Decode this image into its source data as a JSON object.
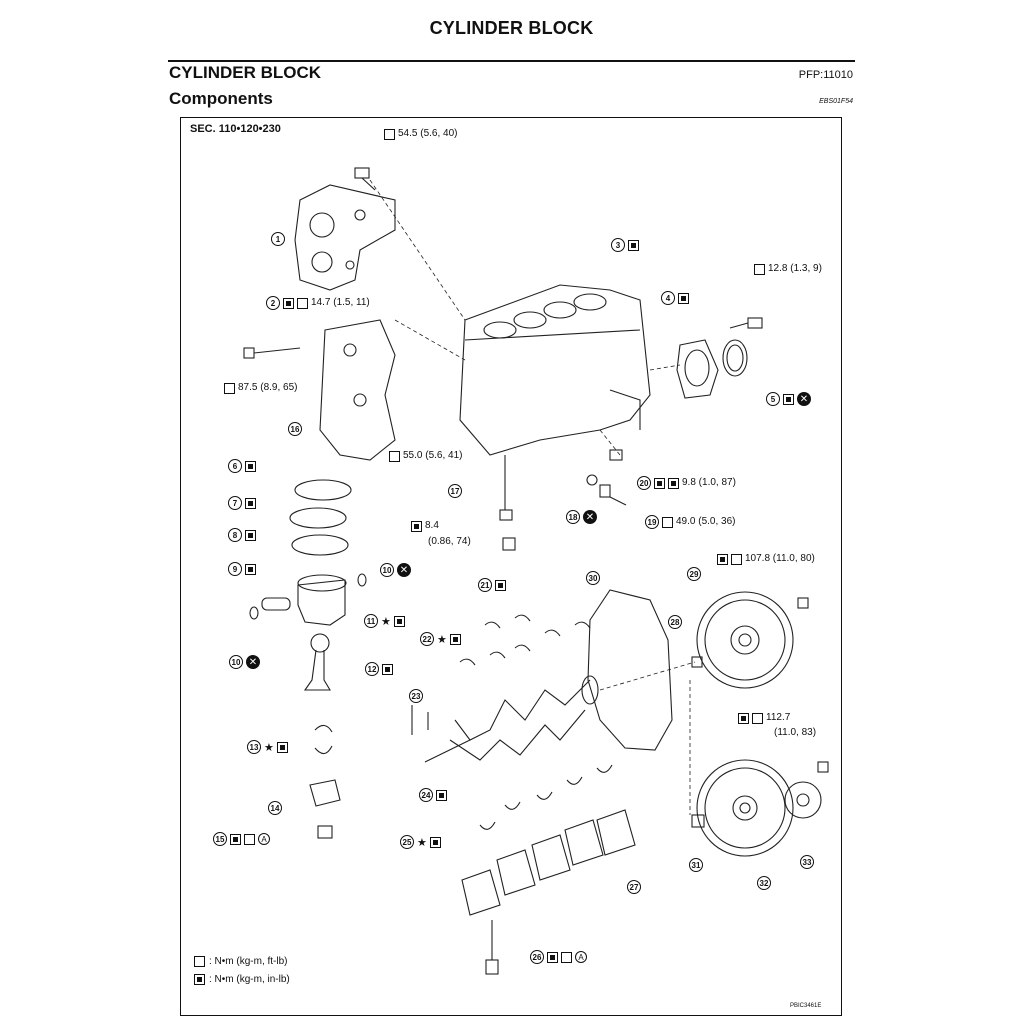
{
  "header": {
    "top_title": "CYLINDER BLOCK",
    "section_title": "CYLINDER BLOCK",
    "subsection_title": "Components",
    "pfp": "PFP:11010",
    "ref_code": "EBS01F54"
  },
  "figure": {
    "sec_label": "SEC. 110•120•230",
    "fig_code": "PBIC3461E"
  },
  "torque_labels": {
    "t_top": "54.5 (5.6, 40)",
    "t_2": "14.7 (1.5, 11)",
    "t_right_bolt": "12.8 (1.3, 9)",
    "t_bracket": "87.5 (8.9, 65)",
    "t_55": "55.0 (5.6, 41)",
    "t_20": "9.8 (1.0, 87)",
    "t_19": "49.0 (5.0, 36)",
    "t_84_a": "8.4",
    "t_84_b": "(0.86, 74)",
    "t_flywheel": "107.8 (11.0, 80)",
    "t_1127_a": "112.7",
    "t_1127_b": "(11.0, 83)"
  },
  "callouts": {
    "c1": "1",
    "c2": "2",
    "c3": "3",
    "c4": "4",
    "c5": "5",
    "c6": "6",
    "c7": "7",
    "c8": "8",
    "c9": "9",
    "c10a": "10",
    "c10b": "10",
    "c11": "11",
    "c12": "12",
    "c13": "13",
    "c14": "14",
    "c15": "15",
    "c16": "16",
    "c17": "17",
    "c18": "18",
    "c19": "19",
    "c20": "20",
    "c21": "21",
    "c22": "22",
    "c23": "23",
    "c24": "24",
    "c25": "25",
    "c26": "26",
    "c27": "27",
    "c28": "28",
    "c29": "29",
    "c30": "30",
    "c31": "31",
    "c32": "32",
    "c33": "33"
  },
  "symbols": {
    "star": "★",
    "x": "✕",
    "a": "A"
  },
  "legend": {
    "line1": ": N•m (kg-m, ft-lb)",
    "line2": ": N•m (kg-m, in-lb)"
  }
}
